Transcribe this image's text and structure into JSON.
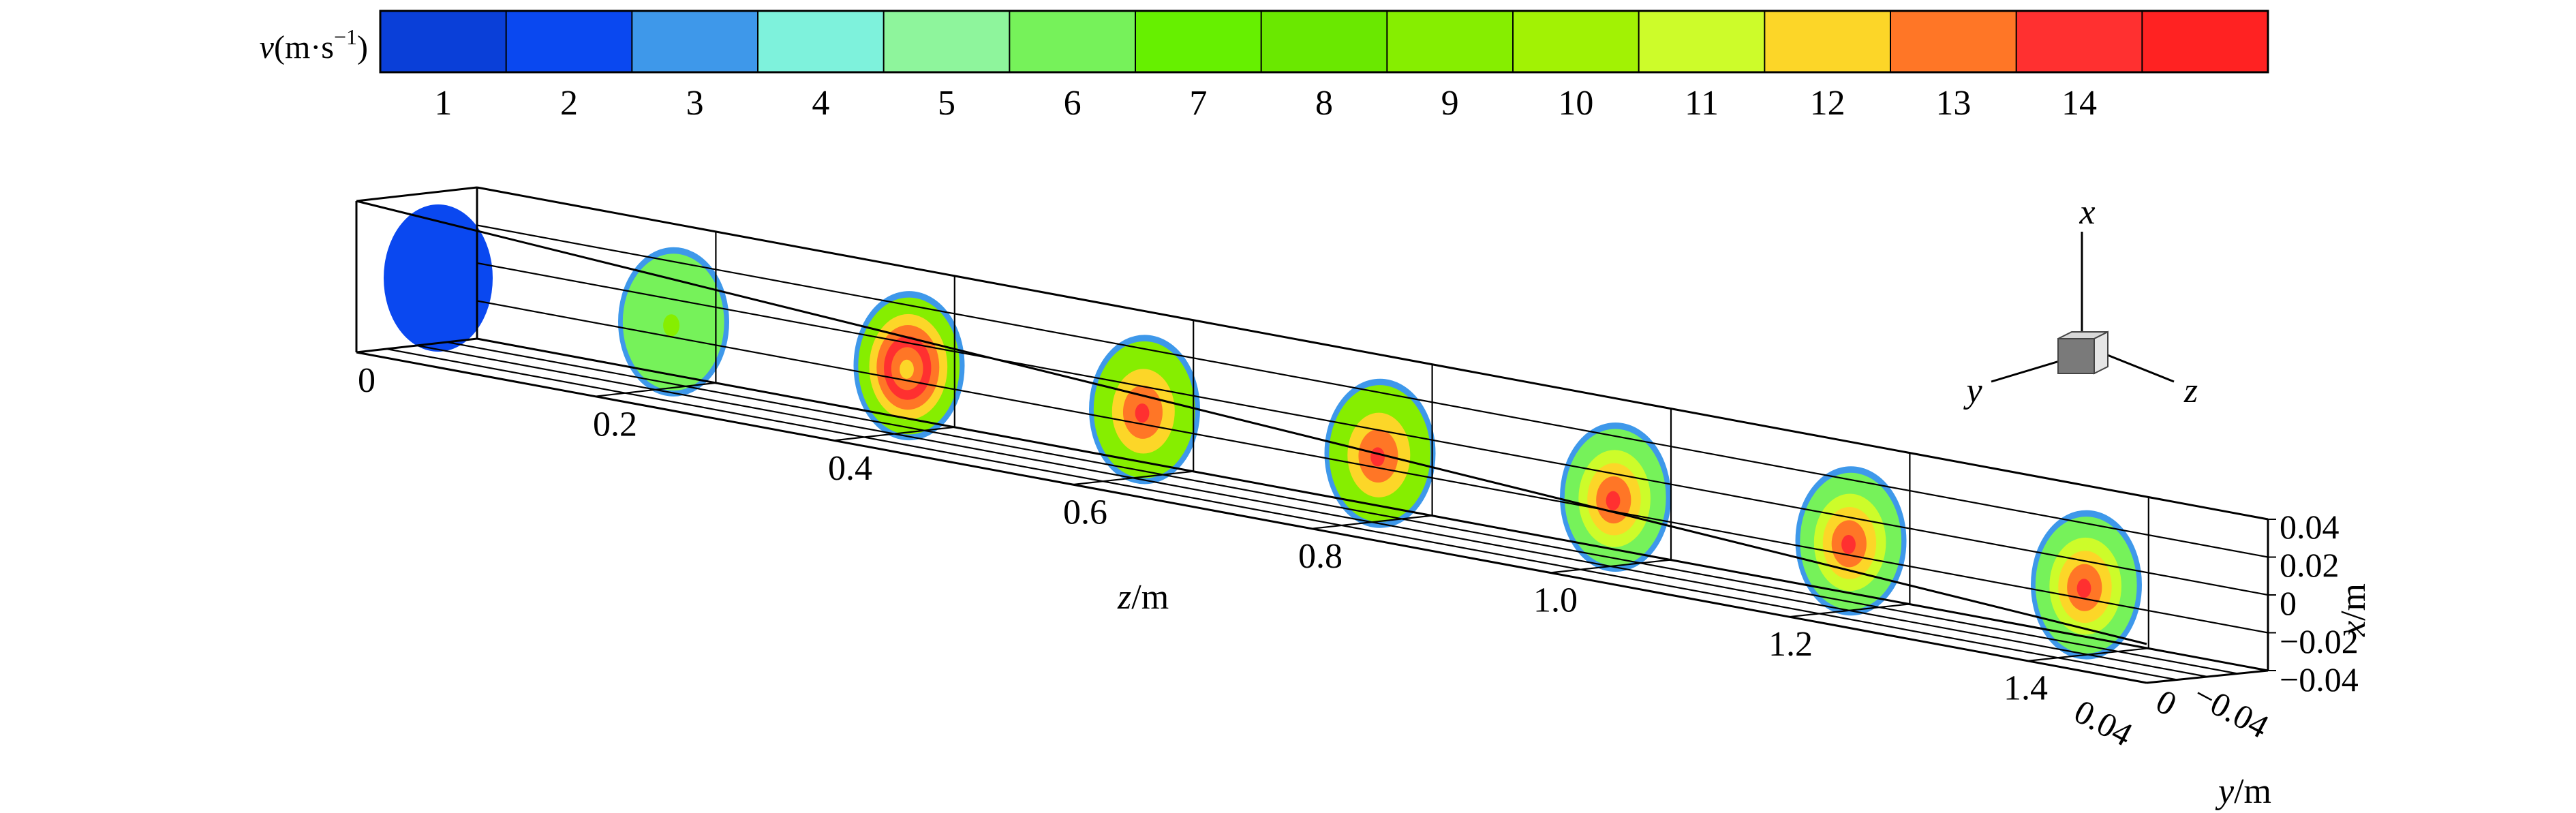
{
  "colorbar": {
    "variable": "v",
    "unit": "(m·s",
    "unit_exponent": "−1",
    "unit_close": ")",
    "ticks": [
      "1",
      "2",
      "3",
      "4",
      "5",
      "6",
      "7",
      "8",
      "9",
      "10",
      "11",
      "12",
      "13",
      "14"
    ],
    "colors": [
      "#0a3fd8",
      "#0a48f0",
      "#3e98ea",
      "#7ef2dc",
      "#8ef59c",
      "#76f25a",
      "#66f000",
      "#6ae800",
      "#86ee00",
      "#a2f204",
      "#cdfc2a",
      "#fcd628",
      "#ff7626",
      "#ff3030",
      "#ff2222"
    ]
  },
  "axes": {
    "z_label": "z",
    "z_unit": "/m",
    "z_ticks": [
      "0",
      "0.2",
      "0.4",
      "0.6",
      "0.8",
      "1.0",
      "1.2",
      "1.4"
    ],
    "x_label": "x",
    "x_unit": "/m",
    "x_ticks": [
      "0.04",
      "0.02",
      "0",
      "−0.02",
      "−0.04"
    ],
    "y_label": "y",
    "y_unit": "/m",
    "y_ticks": [
      "0.04",
      "0",
      "−0.04"
    ]
  },
  "triad": {
    "x": "x",
    "y": "y",
    "z": "z"
  },
  "sections": [
    {
      "z": 0,
      "levels": [
        "#0a48f0"
      ]
    },
    {
      "z": 0.2,
      "levels": [
        "#3e98ea",
        "#76f25a",
        "#86ee00"
      ]
    },
    {
      "z": 0.4,
      "levels": [
        "#3e98ea",
        "#86ee00",
        "#fcd628",
        "#ff7626",
        "#ff3030",
        "#ff7626",
        "#fcd628"
      ]
    },
    {
      "z": 0.6,
      "levels": [
        "#3e98ea",
        "#86ee00",
        "#fcd628",
        "#ff7626",
        "#ff3030"
      ]
    },
    {
      "z": 0.8,
      "levels": [
        "#3e98ea",
        "#86ee00",
        "#fcd628",
        "#ff7626",
        "#ff3030"
      ]
    },
    {
      "z": 1.0,
      "levels": [
        "#3e98ea",
        "#76f25a",
        "#cdfc2a",
        "#fcd628",
        "#ff7626",
        "#ff3030"
      ]
    },
    {
      "z": 1.2,
      "levels": [
        "#3e98ea",
        "#76f25a",
        "#cdfc2a",
        "#fcd628",
        "#ff7626",
        "#ff3030"
      ]
    },
    {
      "z": 1.4,
      "levels": [
        "#3e98ea",
        "#76f25a",
        "#cdfc2a",
        "#fcd628",
        "#ff7626",
        "#ff3030"
      ]
    }
  ]
}
